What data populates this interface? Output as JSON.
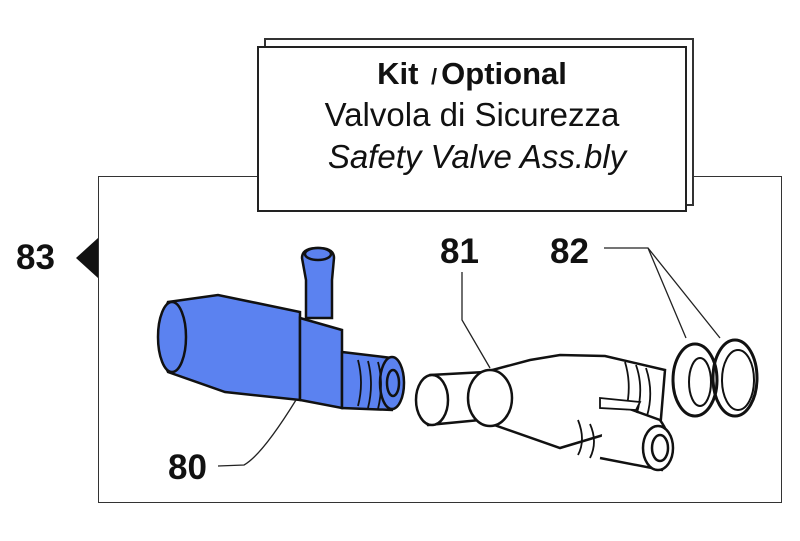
{
  "title_box": {
    "line1_a": "Kit",
    "line1_sep": "/",
    "line1_b": "Optional",
    "line2": "Valvola di Sicurezza",
    "line3": "Safety Valve Ass.bly"
  },
  "callouts": [
    {
      "id": "83",
      "label": "83",
      "part": "kit-group"
    },
    {
      "id": "80",
      "label": "80",
      "part": "safety-valve"
    },
    {
      "id": "81",
      "label": "81",
      "part": "valve-body-fitting"
    },
    {
      "id": "82",
      "label": "82",
      "part": "o-rings"
    }
  ],
  "colors": {
    "highlight": "#5b82f0",
    "line": "#111111"
  }
}
